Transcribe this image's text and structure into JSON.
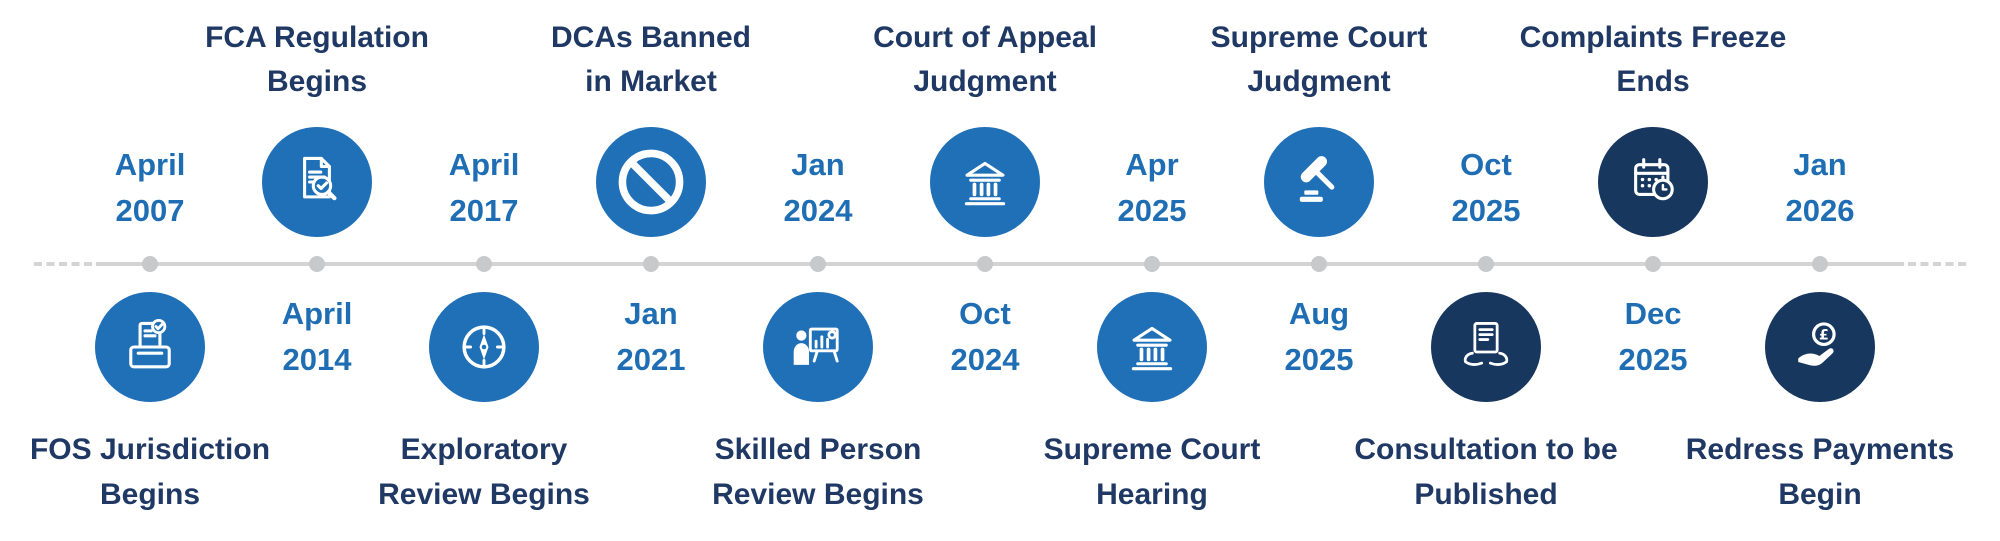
{
  "palette": {
    "blue": "#1F70B7",
    "navy": "#17375E",
    "date_text": "#1F6EB4",
    "title_text": "#1F3864",
    "line": "#D4D4D4",
    "dot": "#C8C9CB",
    "icon_stroke": "#FFFFFF",
    "background": "#FFFFFF"
  },
  "events": [
    {
      "date1": "April",
      "date2": "2007",
      "title1": "FOS Jurisdiction",
      "title2": "Begins",
      "icon": "ballot-box-icon",
      "theme": "blue"
    },
    {
      "date1": "April",
      "date2": "2014",
      "title1": "FCA Regulation",
      "title2": "Begins",
      "icon": "document-magnifier-icon",
      "theme": "blue"
    },
    {
      "date1": "April",
      "date2": "2017",
      "title1": "Exploratory",
      "title2": "Review Begins",
      "icon": "compass-icon",
      "theme": "blue"
    },
    {
      "date1": "Jan",
      "date2": "2021",
      "title1": "DCAs Banned",
      "title2": "in Market",
      "icon": "prohibition-icon",
      "theme": "blue"
    },
    {
      "date1": "Jan",
      "date2": "2024",
      "title1": "Skilled Person",
      "title2": "Review Begins",
      "icon": "presenter-chart-icon",
      "theme": "blue"
    },
    {
      "date1": "Oct",
      "date2": "2024",
      "title1": "Court of Appeal",
      "title2": "Judgment",
      "icon": "courthouse-icon",
      "theme": "blue"
    },
    {
      "date1": "Apr",
      "date2": "2025",
      "title1": "Supreme Court",
      "title2": "Hearing",
      "icon": "courthouse-icon",
      "theme": "blue"
    },
    {
      "date1": "Aug",
      "date2": "2025",
      "title1": "Supreme Court",
      "title2": "Judgment",
      "icon": "gavel-icon",
      "theme": "blue"
    },
    {
      "date1": "Oct",
      "date2": "2025",
      "title1": "Consultation to be",
      "title2": "Published",
      "icon": "document-hands-icon",
      "theme": "navy"
    },
    {
      "date1": "Dec",
      "date2": "2025",
      "title1": "Complaints Freeze",
      "title2": "Ends",
      "icon": "calendar-clock-icon",
      "theme": "navy"
    },
    {
      "date1": "Jan",
      "date2": "2026",
      "title1": "Redress Payments",
      "title2": "Begin",
      "icon": "hand-coin-icon",
      "theme": "navy"
    }
  ]
}
